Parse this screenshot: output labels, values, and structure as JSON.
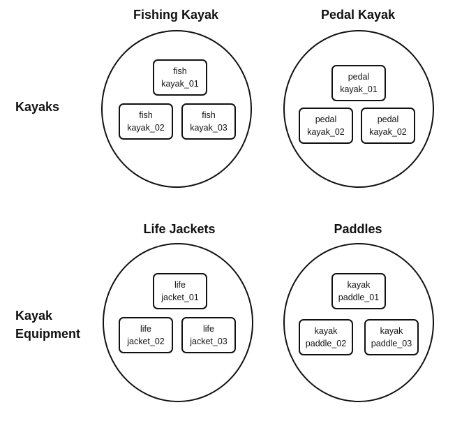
{
  "rows": [
    {
      "label_line1": "Kayaks",
      "label_line2": ""
    },
    {
      "label_line1": "Kayak",
      "label_line2": "Equipment"
    }
  ],
  "groups": [
    {
      "title": "Fishing Kayak",
      "items": [
        {
          "line1": "fish",
          "line2": "kayak_01"
        },
        {
          "line1": "fish",
          "line2": "kayak_02"
        },
        {
          "line1": "fish",
          "line2": "kayak_03"
        }
      ]
    },
    {
      "title": "Pedal Kayak",
      "items": [
        {
          "line1": "pedal",
          "line2": "kayak_01"
        },
        {
          "line1": "pedal",
          "line2": "kayak_02"
        },
        {
          "line1": "pedal",
          "line2": "kayak_02"
        }
      ]
    },
    {
      "title": "Life Jackets",
      "items": [
        {
          "line1": "life",
          "line2": "jacket_01"
        },
        {
          "line1": "life",
          "line2": "jacket_02"
        },
        {
          "line1": "life",
          "line2": "jacket_03"
        }
      ]
    },
    {
      "title": "Paddles",
      "items": [
        {
          "line1": "kayak",
          "line2": "paddle_01"
        },
        {
          "line1": "kayak",
          "line2": "paddle_02"
        },
        {
          "line1": "kayak",
          "line2": "paddle_03"
        }
      ]
    }
  ]
}
